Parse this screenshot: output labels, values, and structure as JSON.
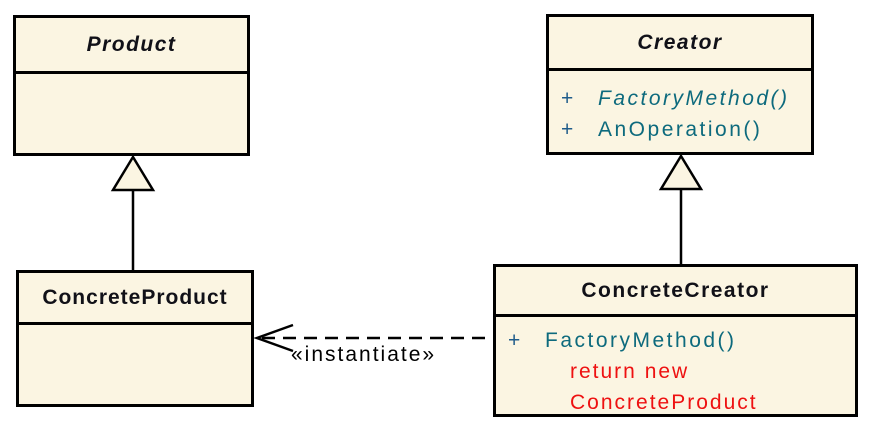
{
  "diagram": {
    "instantiate_label": "«instantiate»"
  },
  "classes": {
    "product": {
      "name": "Product"
    },
    "creator": {
      "name": "Creator",
      "methods": [
        {
          "visibility": "+",
          "signature": "FactoryMethod()"
        },
        {
          "visibility": "+",
          "signature": "AnOperation()"
        }
      ]
    },
    "concrete_product": {
      "name": "ConcreteProduct"
    },
    "concrete_creator": {
      "name": "ConcreteCreator",
      "methods": [
        {
          "visibility": "+",
          "signature": "FactoryMethod()"
        }
      ],
      "code_note": [
        "return new",
        "ConcreteProduct"
      ]
    }
  },
  "colors": {
    "box_fill": "#fbf5e2",
    "box_border": "#000000",
    "class_name_text": "#111118",
    "method_text": "#0d6a7d",
    "visibility_text": "#1f5c8b",
    "code_note_text": "#ee1111",
    "instantiate_text": "#000000"
  }
}
